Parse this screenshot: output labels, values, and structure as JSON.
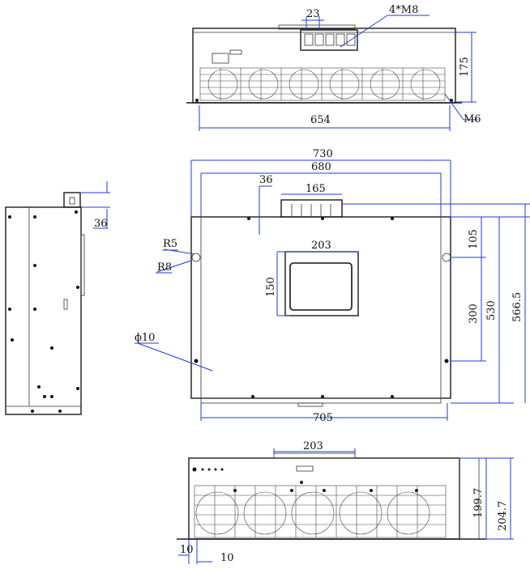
{
  "top_view": {
    "dims": {
      "terminal_width": "23",
      "bolt": "4*M8",
      "height": "175",
      "width": "654",
      "foot_bolt": "M6"
    }
  },
  "front_view": {
    "dims": {
      "overall_width": "730",
      "inner_width": "680",
      "top_offset": "36",
      "handle_width": "165",
      "screen_width": "203",
      "screen_height": "150",
      "radius_small": "R5",
      "radius_large": "R8",
      "hole_diameter": "ϕ10",
      "upper_hole": "105",
      "hole_spacing": "300",
      "height_inner": "530",
      "height_overall": "566.5",
      "base_width": "705"
    }
  },
  "side_view": {
    "dims": {
      "flange": "36"
    }
  },
  "bottom_view": {
    "dims": {
      "screen_width": "203",
      "height_a": "199.7",
      "height_b": "204.7",
      "left_offset": "10",
      "foot_offset": "10"
    }
  }
}
